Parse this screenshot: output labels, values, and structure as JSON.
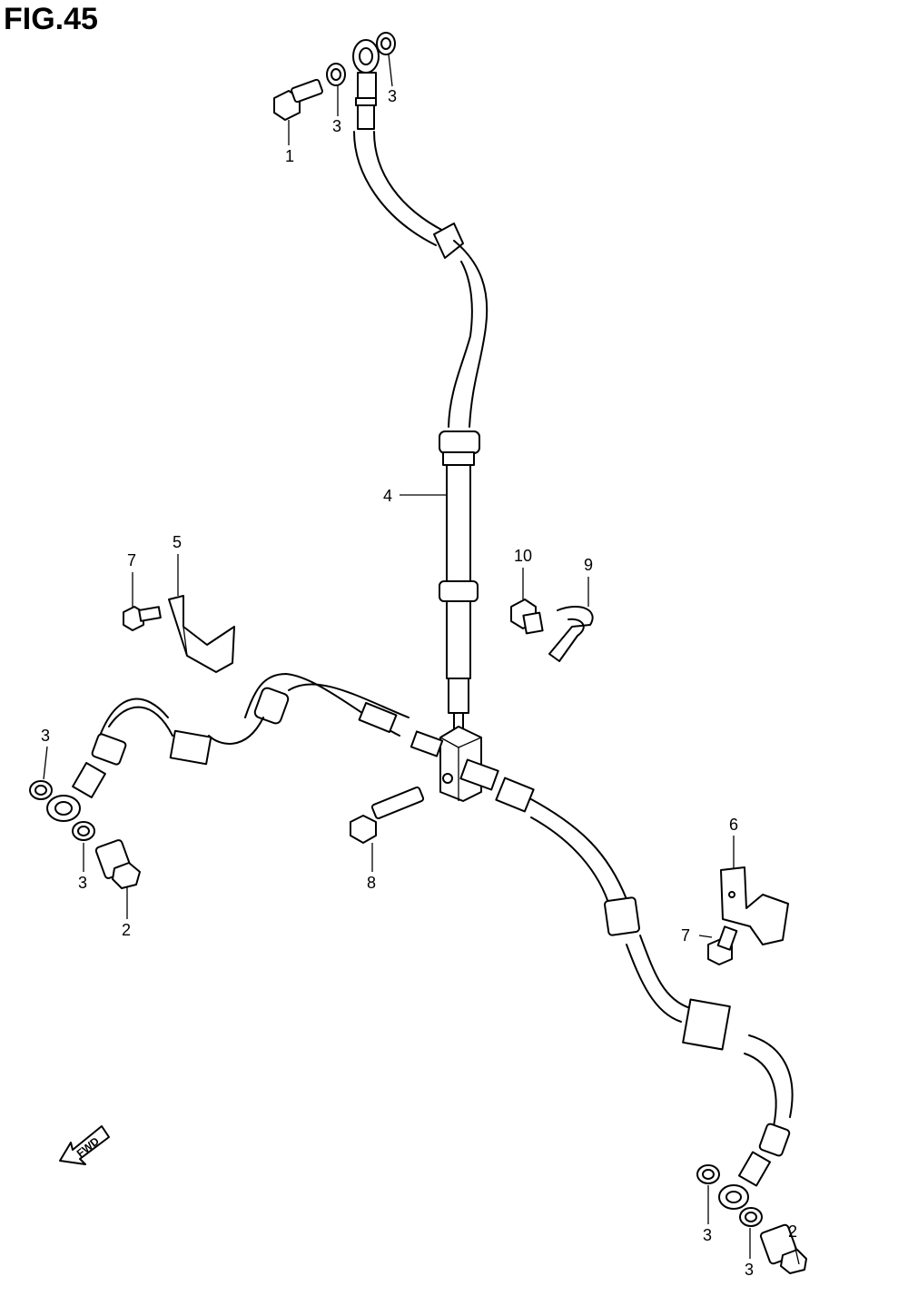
{
  "figure": {
    "title": "FIG.45"
  },
  "fwd_label": "FWD",
  "callouts": {
    "c1": "1",
    "c2a": "2",
    "c2b": "2",
    "c3a": "3",
    "c3b": "3",
    "c3c": "3",
    "c3d": "3",
    "c3e": "3",
    "c3f": "3",
    "c4": "4",
    "c5": "5",
    "c6": "6",
    "c7a": "7",
    "c7b": "7",
    "c8": "8",
    "c9": "9",
    "c10": "10"
  }
}
